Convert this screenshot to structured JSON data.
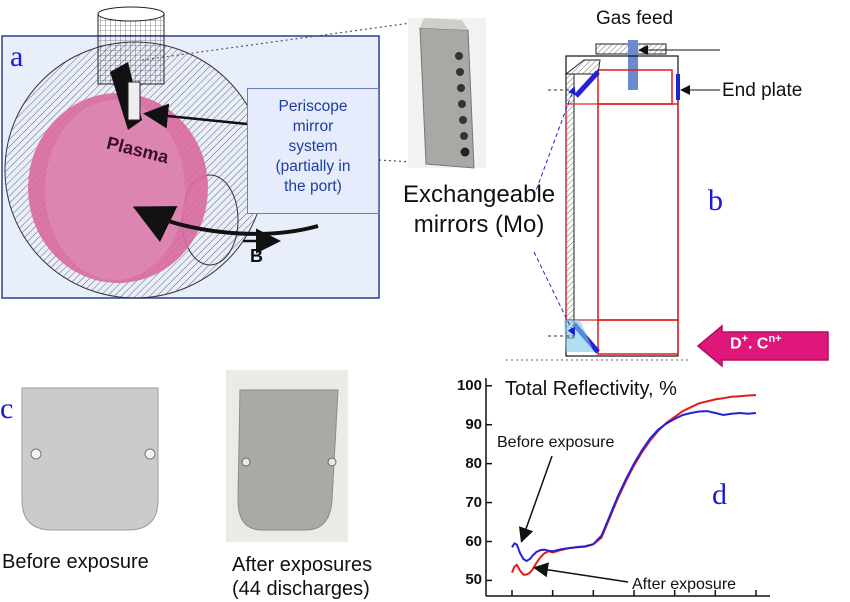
{
  "panel_a": {
    "letter": "a",
    "plasma_label": "Plasma",
    "periscope_lines": [
      "Periscope",
      "mirror",
      "system",
      "(partially in",
      "the port)"
    ],
    "field_label": "B"
  },
  "panel_b": {
    "letter": "b",
    "gas_feed": "Gas feed",
    "end_plate": "End plate",
    "exchangeable_lines": [
      "Exchangeable",
      "mirrors (Mo)"
    ],
    "ion_main": "D",
    "ion_sup1": "+",
    "ion_mid": ". C",
    "ion_sup2": "n+"
  },
  "panel_c": {
    "letter": "c",
    "before_caption": "Before exposure",
    "after_caption_lines": [
      "After exposures",
      "(44 discharges)"
    ]
  },
  "panel_d": {
    "letter": "d",
    "before_annotation": "Before exposure",
    "after_annotation": "After exposure"
  },
  "colors": {
    "accent_blue": "#1a1ad6",
    "plasma_pink": "#d9699f",
    "arrow_magenta": "#e0177a",
    "curve_red": "#e11b1b",
    "curve_blue": "#2323d6"
  },
  "chart_data": {
    "type": "line",
    "title": "Total Reflectivity, %",
    "xlabel": "",
    "ylabel": "",
    "yticks": [
      "100",
      "90",
      "80",
      "70",
      "60",
      "50"
    ],
    "ylim": [
      46,
      102
    ],
    "xlim": [
      0,
      30
    ],
    "series": [
      {
        "x": [
          0,
          0.3,
          0.6,
          1,
          1.4,
          1.8,
          2.2,
          2.6,
          3,
          3.5,
          4,
          4.5,
          5,
          6,
          7,
          8,
          9,
          10,
          11,
          12,
          13,
          14,
          15,
          16,
          17,
          18,
          19,
          20,
          21,
          22,
          23,
          24,
          25,
          26,
          27,
          28,
          29,
          30
        ],
        "values": [
          52,
          53.5,
          54,
          52.5,
          51.5,
          51.5,
          52,
          53,
          54.5,
          56,
          57,
          57.5,
          57.2,
          57.8,
          58.3,
          58.6,
          58.8,
          59.3,
          61,
          66,
          71,
          75.5,
          79.5,
          83,
          86,
          88.5,
          90.5,
          92,
          93.5,
          94.5,
          95.5,
          96,
          96.5,
          96.8,
          97.2,
          97.3,
          97.5,
          97.6
        ]
      },
      {
        "x": [
          0,
          0.3,
          0.6,
          1,
          1.4,
          1.8,
          2.2,
          2.6,
          3,
          3.5,
          4,
          4.5,
          5,
          6,
          7,
          8,
          9,
          10,
          11,
          12,
          13,
          14,
          15,
          16,
          17,
          18,
          19,
          20,
          21,
          22,
          23,
          24,
          25,
          26,
          27,
          28,
          29,
          30
        ],
        "values": [
          58.5,
          59.5,
          59.2,
          57,
          55.5,
          55,
          55.5,
          56.5,
          57.3,
          57.8,
          57.9,
          57.6,
          57.5,
          58,
          58.3,
          58.5,
          58.7,
          59.3,
          61.5,
          66.5,
          71.5,
          76,
          80,
          83.5,
          86.5,
          88.8,
          90.3,
          91.5,
          92.5,
          93,
          93.4,
          93.5,
          93,
          92.5,
          92.8,
          93,
          92.8,
          93
        ]
      }
    ]
  }
}
